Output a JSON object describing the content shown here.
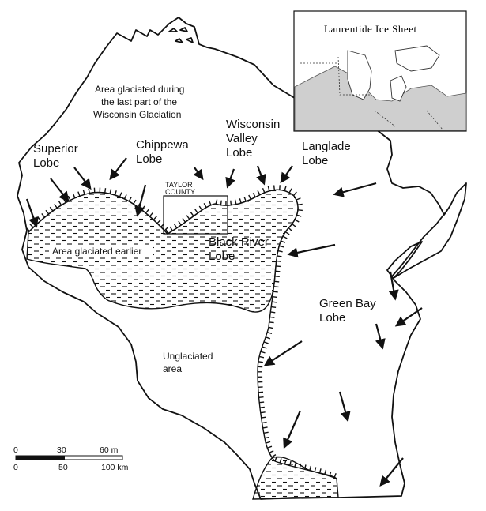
{
  "inset": {
    "title": "Laurentide Ice Sheet",
    "ice_color": "#cfcfcf"
  },
  "labels": {
    "area_last_glaciation": [
      "Area glaciated during",
      "the last part of the",
      "Wisconsin Glaciation"
    ],
    "superior_lobe": [
      "Superior",
      "Lobe"
    ],
    "chippewa_lobe": [
      "Chippewa",
      "Lobe"
    ],
    "wisconsin_valley_lobe": [
      "Wisconsin",
      "Valley",
      "Lobe"
    ],
    "langlade_lobe": [
      "Langlade",
      "Lobe"
    ],
    "taylor_county": [
      "TAYLOR",
      "COUNTY"
    ],
    "black_river_lobe": [
      "Black River",
      "Lobe"
    ],
    "area_glaciated_earlier": "Area glaciated earlier",
    "green_bay_lobe": [
      "Green Bay",
      "Lobe"
    ],
    "unglaciated_area": [
      "Unglaciated",
      "area"
    ]
  },
  "scale": {
    "miles_ticks": [
      "0",
      "30",
      "60 mi"
    ],
    "km_ticks": [
      "0",
      "50",
      "100 km"
    ]
  }
}
